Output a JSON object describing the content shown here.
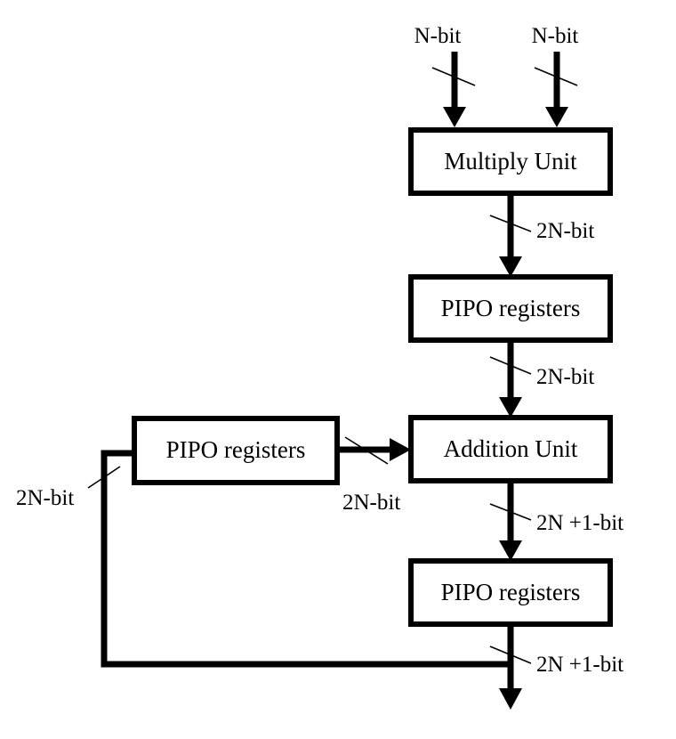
{
  "blocks": {
    "multiply_unit": "Multiply Unit",
    "pipo_registers_1": "PIPO registers",
    "addition_unit": "Addition Unit",
    "pipo_registers_2": "PIPO registers",
    "pipo_registers_feedback": "PIPO registers"
  },
  "labels": {
    "input_a": "N-bit",
    "input_b": "N-bit",
    "mult_out": "2N-bit",
    "pipo1_out": "2N-bit",
    "feedback_to_add": "2N-bit",
    "feedback_left": "2N-bit",
    "add_out": "2N +1-bit",
    "final_out": "2N +1-bit"
  }
}
